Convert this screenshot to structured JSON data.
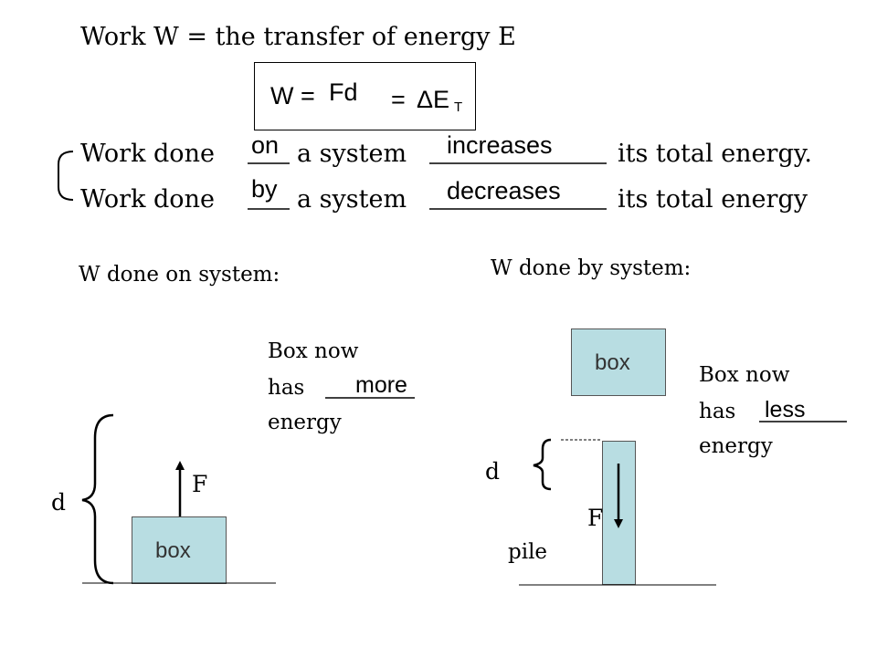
{
  "title": "Work W = the transfer of energy E",
  "formula": {
    "w_eq": "W =",
    "fd": "Fd",
    "eq": "=",
    "delta_e": "ΔE",
    "subscript": "T"
  },
  "statements": [
    {
      "prefix": "Work done",
      "blank": "on",
      "middle": "a system",
      "answer": "increases",
      "suffix": "its total energy."
    },
    {
      "prefix": "Work done",
      "blank": "by",
      "middle": "a system",
      "answer": "decreases",
      "suffix": "its total energy"
    }
  ],
  "left_panel": {
    "heading": "W done on system:",
    "note_line1": "Box now",
    "note_line2": "has",
    "answer": "more",
    "note_line3": "energy",
    "box_label": "box",
    "force_label": "F",
    "distance_label": "d"
  },
  "right_panel": {
    "heading": "W done by system:",
    "note_line1": "Box now",
    "note_line2": "has",
    "answer": "less",
    "note_line3": "energy",
    "box_label": "box",
    "force_label": "F",
    "distance_label": "d",
    "pile_label": "pile"
  }
}
